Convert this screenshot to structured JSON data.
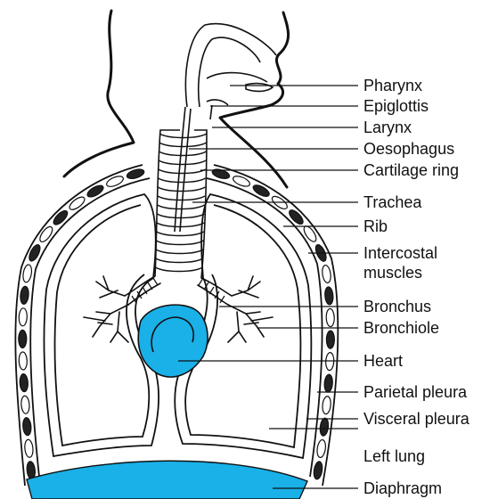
{
  "colors": {
    "ink": "#111111",
    "accent": "#1ab0e8",
    "background": "#ffffff"
  },
  "labels": [
    {
      "id": "pharynx",
      "text": "Pharynx"
    },
    {
      "id": "epiglottis",
      "text": "Epiglottis"
    },
    {
      "id": "larynx",
      "text": "Larynx"
    },
    {
      "id": "oesophagus",
      "text": "Oesophagus"
    },
    {
      "id": "cartilage-ring",
      "text": "Cartilage ring"
    },
    {
      "id": "trachea",
      "text": "Trachea"
    },
    {
      "id": "rib",
      "text": "Rib"
    },
    {
      "id": "intercostal-muscles",
      "text": "Intercostal",
      "text2": "muscles"
    },
    {
      "id": "bronchus",
      "text": "Bronchus"
    },
    {
      "id": "bronchiole",
      "text": "Bronchiole"
    },
    {
      "id": "heart",
      "text": "Heart"
    },
    {
      "id": "parietal-pleura",
      "text": "Parietal pleura"
    },
    {
      "id": "visceral-pleura",
      "text": "Visceral pleura"
    },
    {
      "id": "left-lung",
      "text": "Left lung"
    },
    {
      "id": "diaphragm",
      "text": "Diaphragm"
    }
  ]
}
